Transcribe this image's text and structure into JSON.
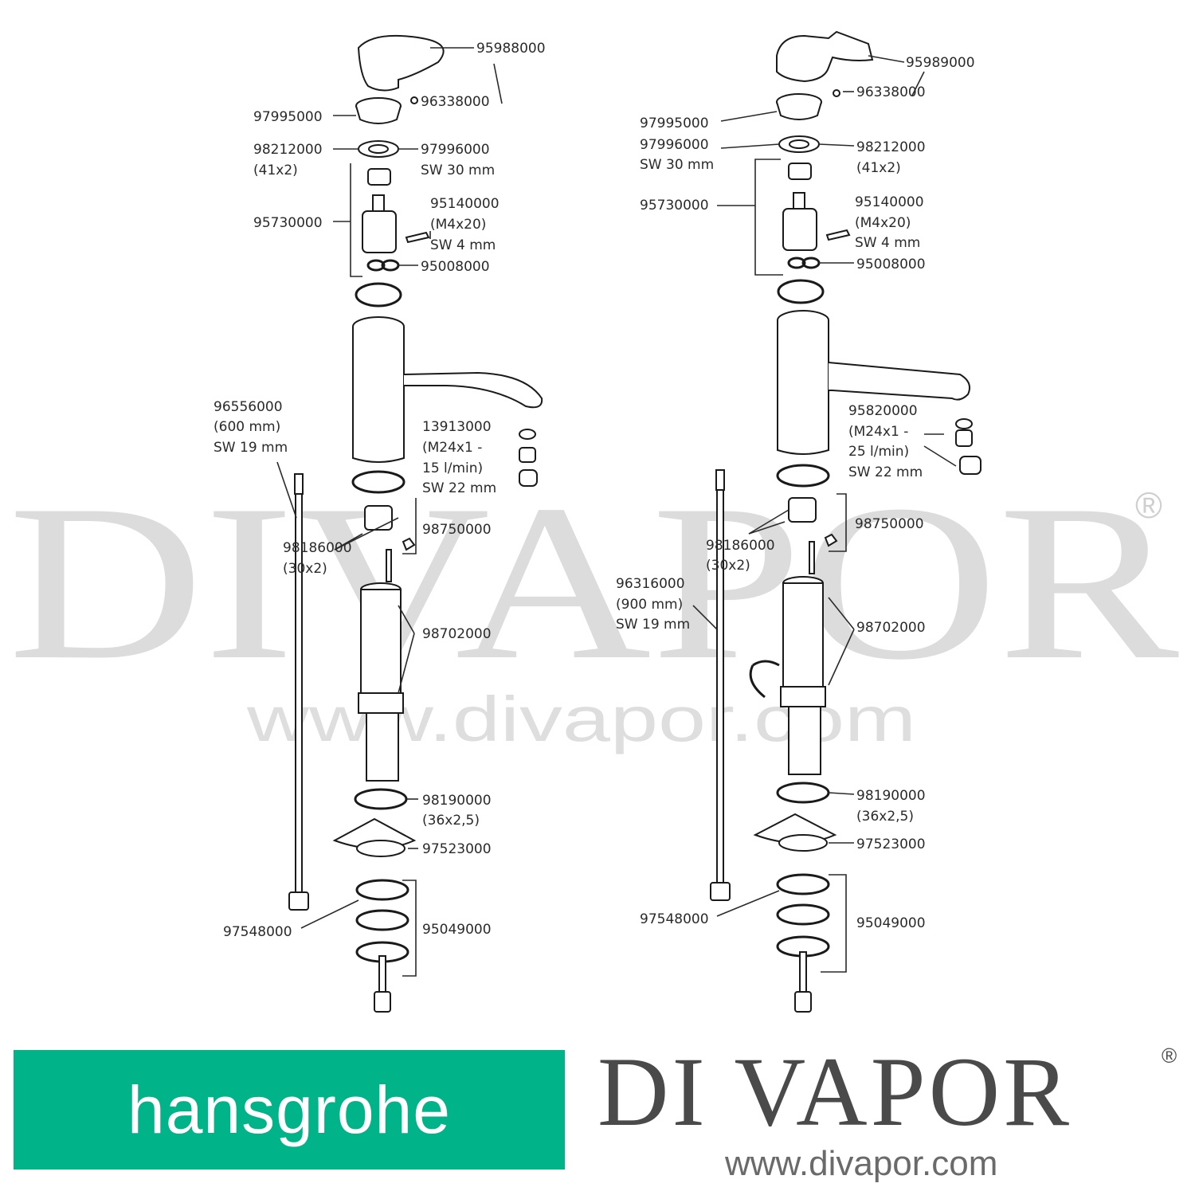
{
  "watermark": {
    "brand": "DIVAPOR",
    "registered": "®",
    "url": "www.divapor.com"
  },
  "left_faucet": {
    "lever": "95988000",
    "screw": "96338000",
    "cover": "97995000",
    "nut": "98212000",
    "nut_size": "(41x2)",
    "nut2": "97996000",
    "nut2_sw": "SW 30 mm",
    "cartridge": "95730000",
    "bolt": "95140000",
    "bolt_size": "(M4x20)",
    "bolt_sw": "SW 4 mm",
    "seal_set": "95008000",
    "hose": "96556000",
    "hose_length": "(600 mm)",
    "hose_sw": "SW 19 mm",
    "aerator": "13913000",
    "aerator_thread": "(M24x1 -",
    "aerator_flow": "15 l/min)",
    "aerator_sw": "SW 22 mm",
    "oring_set": "98750000",
    "oring": "98186000",
    "oring_size": "(30x2)",
    "body_parts": "98702000",
    "oring2": "98190000",
    "oring2_size": "(36x2,5)",
    "plate": "97523000",
    "fixing_set": "95049000",
    "hose2": "97548000"
  },
  "right_faucet": {
    "lever": "95989000",
    "screw": "96338000",
    "cover": "97995000",
    "nut": "98212000",
    "nut_size": "(41x2)",
    "nut2": "97996000",
    "nut2_sw": "SW 30 mm",
    "cartridge": "95730000",
    "bolt": "95140000",
    "bolt_size": "(M4x20)",
    "bolt_sw": "SW 4 mm",
    "seal_set": "95008000",
    "aerator": "95820000",
    "aerator_thread": "(M24x1 -",
    "aerator_flow": "25 l/min)",
    "aerator_sw": "SW 22 mm",
    "oring_set": "98750000",
    "oring": "98186000",
    "oring_size": "(30x2)",
    "hose": "96316000",
    "hose_length": "(900 mm)",
    "hose_sw": "SW 19 mm",
    "body_parts": "98702000",
    "oring2": "98190000",
    "oring2_size": "(36x2,5)",
    "plate": "97523000",
    "hose2": "97548000",
    "fixing_set": "95049000"
  },
  "logos": {
    "hansgrohe": "hansgrohe",
    "divapor": "DI VAPOR",
    "divapor_reg": "®",
    "divapor_url": "www.divapor.com"
  },
  "colors": {
    "hansgrohe_green": "#00b388",
    "watermark": "#dcdcdc",
    "divapor_grey": "#4a4a4a"
  }
}
